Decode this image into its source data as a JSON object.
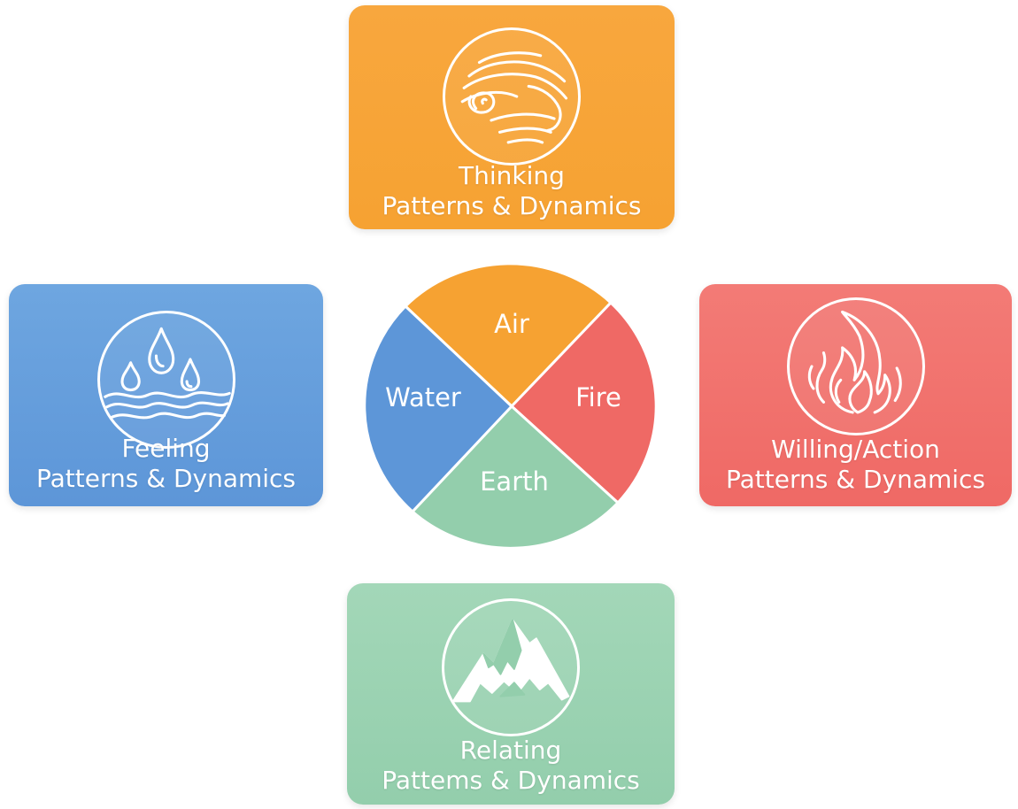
{
  "colors": {
    "air": "#f6a232",
    "water": "#5d96d8",
    "fire": "#ef6965",
    "earth": "#93ceac",
    "icon_line": "#ffffff"
  },
  "cards": {
    "thinking": {
      "line1": "Thinking",
      "line2": "Patterns & Dynamics",
      "icon": "wind-swirl-icon"
    },
    "feeling": {
      "line1": "Feeling",
      "line2": "Patterns & Dynamics",
      "icon": "water-drops-icon"
    },
    "willing": {
      "line1": "Willing/Action",
      "line2": "Patterns & Dynamics",
      "icon": "flame-icon"
    },
    "relating": {
      "line1": "Relating",
      "line2": "Pattems & Dynamics",
      "icon": "mountain-icon"
    }
  },
  "wheel": {
    "segments": [
      {
        "label": "Air",
        "color": "#f6a232"
      },
      {
        "label": "Fire",
        "color": "#ef6965"
      },
      {
        "label": "Earth",
        "color": "#93ceac"
      },
      {
        "label": "Water",
        "color": "#5d96d8"
      }
    ]
  }
}
